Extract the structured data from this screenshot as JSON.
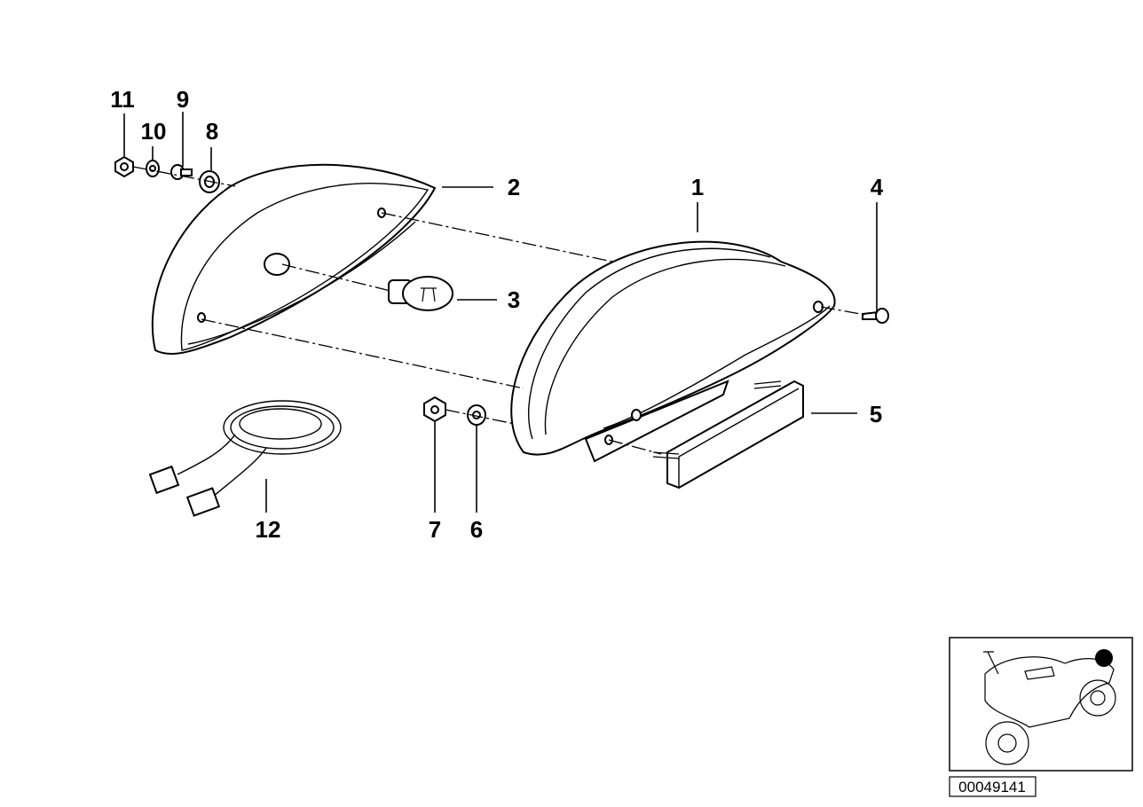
{
  "callouts": {
    "n1": "1",
    "n2": "2",
    "n3": "3",
    "n4": "4",
    "n5": "5",
    "n6": "6",
    "n7": "7",
    "n8": "8",
    "n9": "9",
    "n10": "10",
    "n11": "11",
    "n12": "12"
  },
  "drawing_number": "00049141",
  "parts": {
    "p1": "tail-light-housing",
    "p2": "tail-light-lens-cover",
    "p3": "bulb",
    "p4": "screw",
    "p5": "reflector",
    "p6": "washer",
    "p7": "nut",
    "p8": "rubber-grommet",
    "p9": "screw",
    "p10": "washer",
    "p11": "nut",
    "p12": "wiring-harness"
  }
}
